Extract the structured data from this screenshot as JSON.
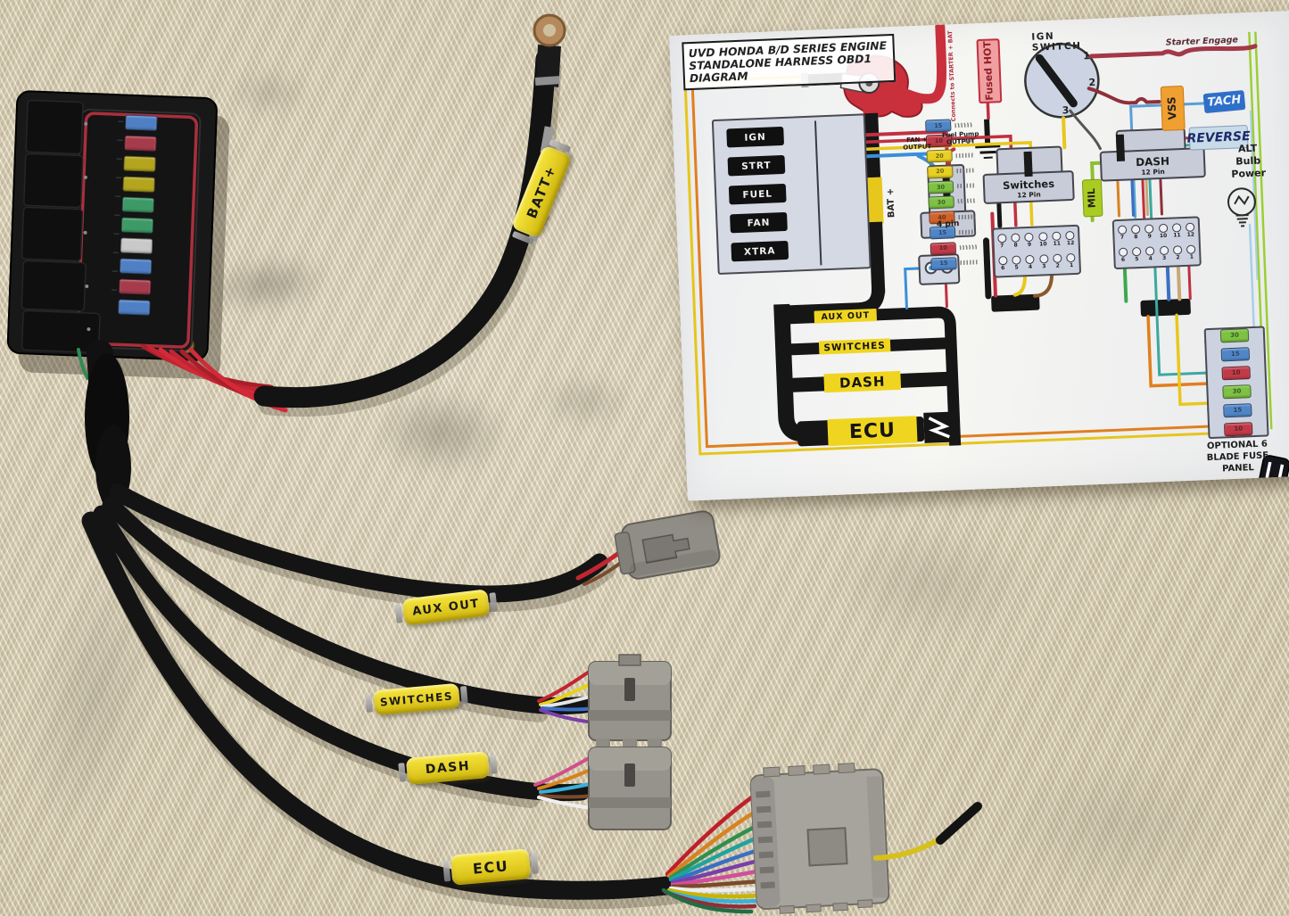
{
  "photo": {
    "batt_cable_label": "BATT+",
    "branches": {
      "aux": "AUX OUT",
      "switches": "SWITCHES",
      "dash": "DASH",
      "ecu": "ECU"
    },
    "fusebox_fuses": [
      {
        "color": "#4f7fc4"
      },
      {
        "color": "#a63b4c"
      },
      {
        "color": "#b3a51d"
      },
      {
        "color": "#b3a51d"
      },
      {
        "color": "#3d9a66"
      },
      {
        "color": "#3d9a66"
      },
      {
        "color": "#c9c9c9"
      },
      {
        "color": "#4f7fc4"
      },
      {
        "color": "#a63b4c"
      },
      {
        "color": "#4f7fc4"
      }
    ]
  },
  "diagram": {
    "title_line1": "UVD HONDA B/D SERIES ENGINE",
    "title_line2": "STANDALONE HARNESS OBD1 DIAGRAM",
    "fuse_panel": {
      "circuits": [
        "IGN",
        "STRT",
        "FUEL",
        "FAN",
        "XTRA"
      ],
      "fuses": [
        {
          "color": "#4f86c8",
          "amp": "15"
        },
        {
          "color": "#c03a48",
          "amp": "10"
        },
        {
          "color": "#e8d020",
          "amp": "20"
        },
        {
          "color": "#e8d020",
          "amp": "20"
        },
        {
          "color": "#7dc242",
          "amp": "30"
        },
        {
          "color": "#7dc242",
          "amp": "30"
        },
        {
          "color": "#d2622a",
          "amp": "40"
        },
        {
          "color": "#4f86c8",
          "amp": "15"
        },
        {
          "color": "#c03a48",
          "amp": "10"
        },
        {
          "color": "#4f86c8",
          "amp": "15"
        }
      ]
    },
    "battery": {
      "bat_plus": "BAT +",
      "connects_to": "Connects to STARTER + BAT",
      "fused_hot": "Fused HOT"
    },
    "ign_switch": {
      "label": "IGN SWITCH",
      "positions": [
        "1",
        "2",
        "3"
      ],
      "starter_engage": "Starter Engage"
    },
    "indicators": {
      "vss": "VSS",
      "tach": "TACH",
      "reverse": "REVERSE",
      "mil": "MIL",
      "alt_line1": "ALT",
      "alt_line2": "Bulb",
      "alt_line3": "Power"
    },
    "connectors": {
      "dash_name": "DASH",
      "dash_pins": "12 Pin",
      "switches_name": "Switches",
      "switches_pins": "12 Pin",
      "four_pin": "4 pin",
      "fan_output_line1": "FAN +",
      "fan_output_line2": "OUTPUT",
      "fuel_pump_line1": "Fuel Pump",
      "fuel_pump_line2": "OUTPUT"
    },
    "branch_tags": {
      "aux": "AUX OUT",
      "switches": "SWITCHES",
      "dash": "DASH",
      "ecu": "ECU"
    },
    "optional_panel": {
      "caption_line1": "OPTIONAL 6",
      "caption_line2": "BLADE FUSE",
      "caption_line3": "PANEL",
      "fuses": [
        {
          "color": "#7dc242",
          "amp": "30"
        },
        {
          "color": "#4f86c8",
          "amp": "15"
        },
        {
          "color": "#c03a48",
          "amp": "10"
        },
        {
          "color": "#7dc242",
          "amp": "30"
        },
        {
          "color": "#4f86c8",
          "amp": "15"
        },
        {
          "color": "#c03a48",
          "amp": "10"
        }
      ]
    },
    "pins": {
      "top": [
        "7",
        "8",
        "9",
        "10",
        "11",
        "12"
      ],
      "bottom": [
        "6",
        "5",
        "4",
        "3",
        "2",
        "1"
      ]
    }
  },
  "colors": {
    "harness_black": "#141414",
    "label_yellow": "#f0d520",
    "diagram_red": "#c9303c",
    "diagram_yellow": "#e8c71d",
    "diagram_orange": "#e07f1e",
    "border_green": "#9bcf33",
    "paper_white": "#f2f3f4",
    "fabric_tan": "#d8cdb0"
  }
}
